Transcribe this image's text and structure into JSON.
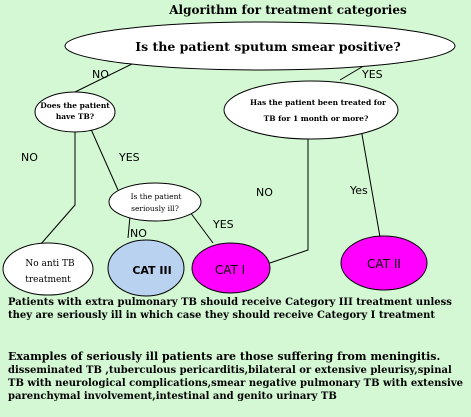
{
  "title": "Algorithm for treatment categories",
  "nodes": {
    "sputum_question": "Is the patient sputum smear positive?",
    "have_tb_line1": "Does the patient",
    "have_tb_line2": "have TB?",
    "treated_line1": "Has the patient been treated for",
    "treated_line2": "TB for 1 month or more?",
    "seriously_ill_line1": "Is the patient",
    "seriously_ill_line2": "seriously ill?",
    "no_anti_tb_line1": "No anti TB",
    "no_anti_tb_line2": "treatment",
    "cat3": "CAT III",
    "cat1": "CAT I",
    "cat2": "CAT II"
  },
  "edge_labels": {
    "no_top": "NO",
    "yes_top": "YES",
    "no_have_tb": "NO",
    "yes_have_tb": "YES",
    "no_ill": "NO",
    "yes_ill": "YES",
    "no_treated": "NO",
    "yes_treated": "Yes"
  },
  "notes": {
    "extra_pulmonary": "Patients with extra pulmonary TB should receive Category III treatment unless they are seriously ill in which case they should receive Category I treatment",
    "examples_lead": "Examples of seriously ill patients are those suffering from meningitis.",
    "examples_rest": "disseminated TB ,tuberculous pericarditis,bilateral or extensive pleurisy,spinal TB with neurological complications,smear negative pulmonary TB with extensive parenchymal involvement,intestinal and genito urinary TB"
  },
  "colors": {
    "background": "#d4f7d4",
    "node_white": "#ffffff",
    "cat3_fill": "#b8d2f0",
    "cat1_fill": "#ff00ff",
    "cat2_fill": "#ff00ff"
  }
}
